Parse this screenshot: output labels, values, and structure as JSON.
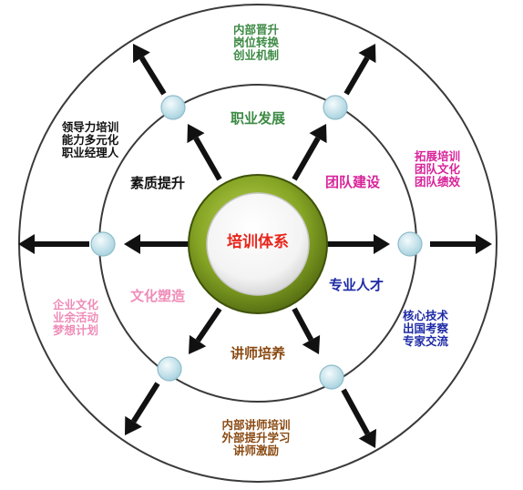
{
  "center": {
    "title": "培训体系"
  },
  "ring": [
    {
      "id": "career",
      "label": "职业发展",
      "color": "#3c8a44",
      "items": [
        "内部晋升",
        "岗位转换",
        "创业机制"
      ],
      "outer_color": "#3c8a44"
    },
    {
      "id": "team",
      "label": "团队建设",
      "color": "#d8239a",
      "items": [
        "拓展培训",
        "团队文化",
        "团队绩效"
      ],
      "outer_color": "#d8239a"
    },
    {
      "id": "talent",
      "label": "专业人才",
      "color": "#1d2aa6",
      "items": [
        "核心技术",
        "出国考察",
        "专家交流"
      ],
      "outer_color": "#1d2aa6"
    },
    {
      "id": "lecturer",
      "label": "讲师培养",
      "color": "#8a4a12",
      "items": [
        "内部讲师培训",
        "外部提升学习",
        "讲师激励"
      ],
      "outer_color": "#8a4a12"
    },
    {
      "id": "culture",
      "label": "文化塑造",
      "color": "#ef8cb8",
      "items": [
        "企业文化",
        "业余活动",
        "梦想计划"
      ],
      "outer_color": "#ef8cb8"
    },
    {
      "id": "quality",
      "label": "素质提升",
      "color": "#111111",
      "items": [
        "领导力培训",
        "能力多元化",
        "职业经理人"
      ],
      "outer_color": "#111111"
    }
  ],
  "colors": {
    "ring_stroke": "#3a3a3a",
    "arrow": "#111111",
    "node": "#c9e6ee",
    "center_outer": "#7c9b1d",
    "center_inner": "#ffffff"
  }
}
